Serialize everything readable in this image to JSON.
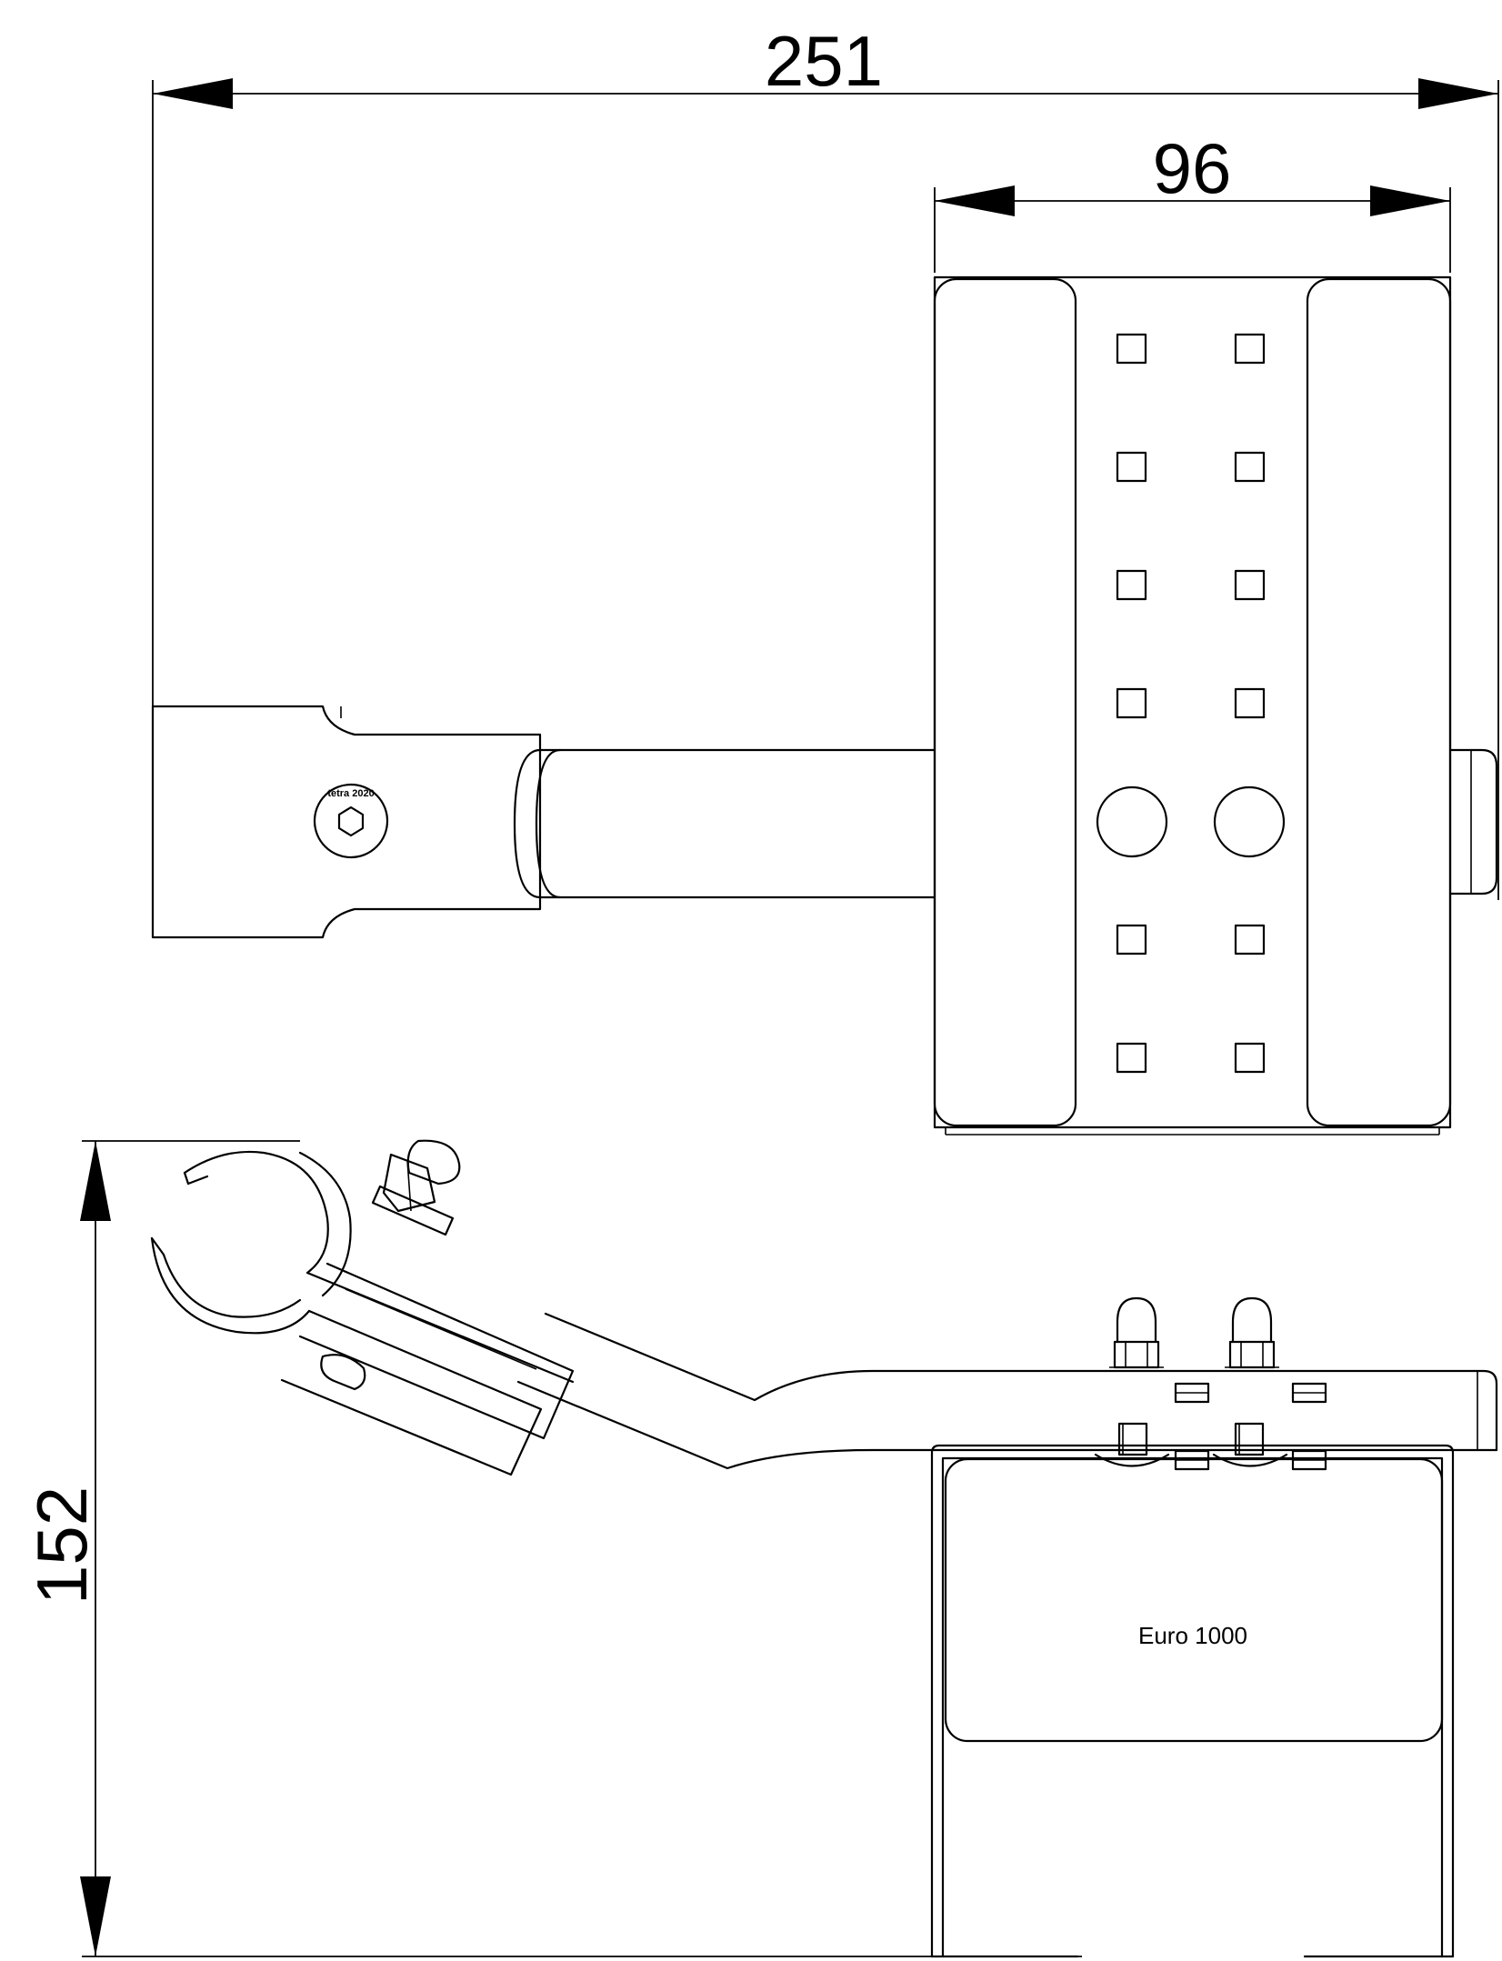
{
  "dimensions": {
    "overall_width": "251",
    "plate_width": "96",
    "overall_height": "152"
  },
  "plate_label": "Euro 1000",
  "logo_text": "tetra 2020",
  "colors": {
    "line": "#000000",
    "background": "#ffffff"
  }
}
